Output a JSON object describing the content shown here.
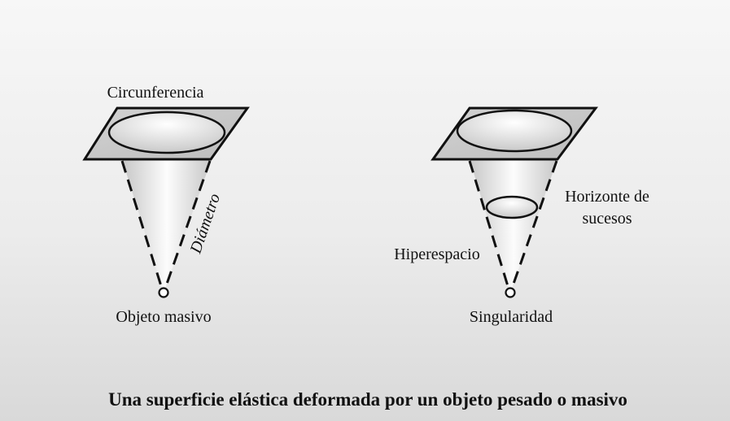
{
  "left_diagram": {
    "label_top": "Circunferencia",
    "label_side": "Diámetro",
    "label_bottom": "Objeto masivo"
  },
  "right_diagram": {
    "label_horizon_line1": "Horizonte de",
    "label_horizon_line2": "sucesos",
    "label_hyperspace": "Hiperespacio",
    "label_bottom": "Singularidad"
  },
  "caption": "Una superficie elástica deformada por un objeto pesado o masivo"
}
